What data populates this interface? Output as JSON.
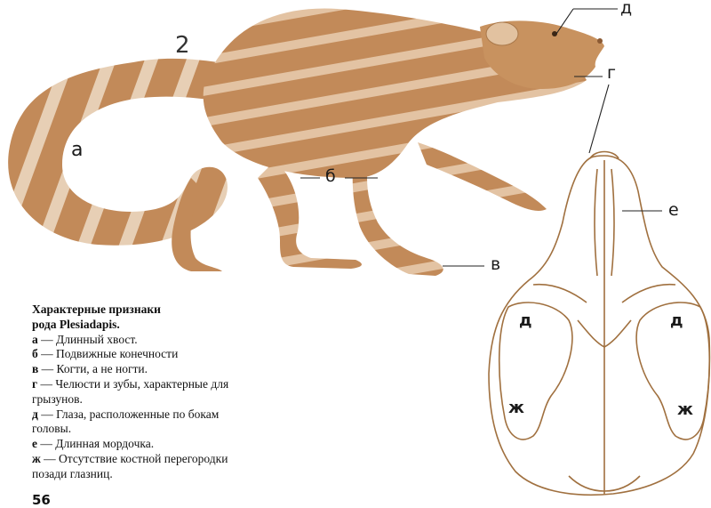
{
  "figure_number": "2",
  "labels": {
    "a": "а",
    "b": "б",
    "v": "в",
    "g": "г",
    "d_animal": "д",
    "e": "е",
    "d_left": "д",
    "d_right": "д",
    "zh_left": "ж",
    "zh_right": "ж"
  },
  "caption": {
    "title_line1": "Характерные признаки",
    "title_line2": "рода Plesiadapis.",
    "items": [
      {
        "key": "а",
        "text": " — Длинный хвост."
      },
      {
        "key": "б",
        "text": " — Подвижные конечности"
      },
      {
        "key": "в",
        "text": " — Когти, а не ногти."
      },
      {
        "key": "г",
        "text": " — Челюсти и зубы, характерные для грызунов."
      },
      {
        "key": "д",
        "text": " — Глаза, расположенные по бокам головы."
      },
      {
        "key": "е",
        "text": " — Длинная мордочка."
      },
      {
        "key": "ж",
        "text": " — Отсутствие костной перегородки позади глазниц."
      }
    ]
  },
  "page_number": "56",
  "colors": {
    "fur": "#c28a59",
    "fur_light": "#e9cdb0",
    "skull_line": "#a0703f",
    "leader_line": "#222222"
  }
}
